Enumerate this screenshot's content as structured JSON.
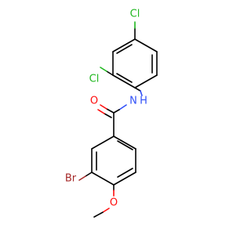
{
  "atoms": {
    "chlorine_top": {
      "label": "Cl",
      "color": "#1fb71f"
    },
    "chlorine_ortho": {
      "label": "Cl",
      "color": "#1fb71f"
    },
    "nitrogen": {
      "label": "N",
      "color": "#3050f8"
    },
    "hydrogen": {
      "label": "H",
      "color": "#3050f8"
    },
    "carbonyl_oxygen": {
      "label": "O",
      "color": "#ff0d0d"
    },
    "bromine": {
      "label": "Br",
      "color": "#a62929"
    },
    "methoxy_oxygen": {
      "label": "O",
      "color": "#ff0d0d"
    }
  }
}
